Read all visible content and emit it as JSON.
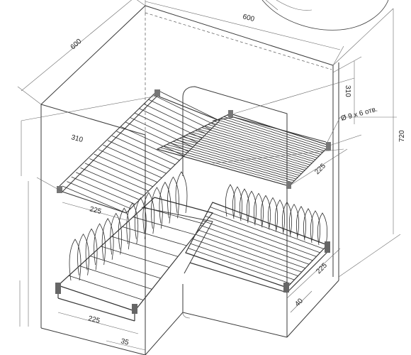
{
  "drawing": {
    "labels": {
      "top_width": "600",
      "left_depth": "600",
      "right_shelf_depth": "310",
      "hole_note": "Ø 9 x 6 отв.",
      "height": "720",
      "left_shelf_depth": "310",
      "right_shelf_width": "225",
      "left_shelf_width": "225",
      "lower_left_width": "225",
      "lower_right_width": "225",
      "lower_right_depth": "40",
      "bottom_offset": "35"
    }
  }
}
